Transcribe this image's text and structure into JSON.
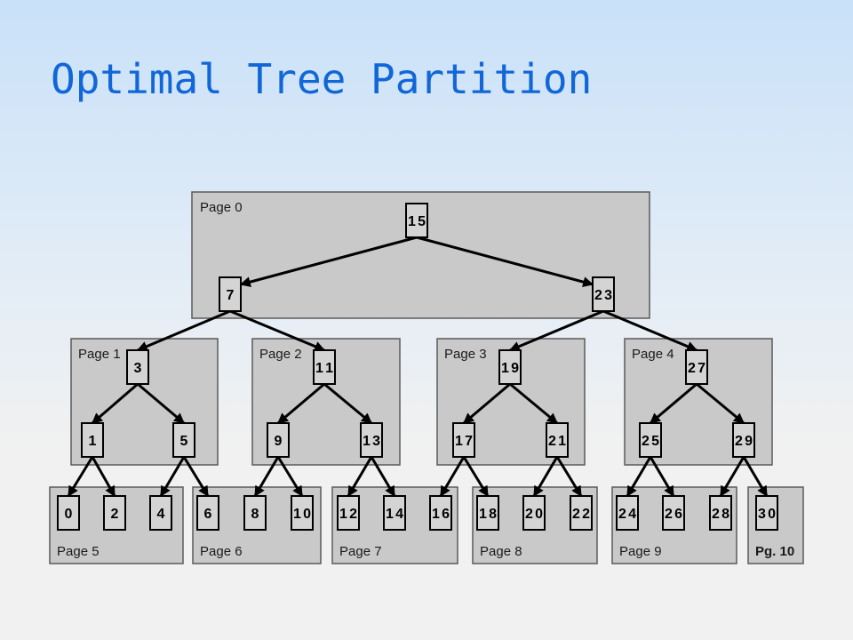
{
  "title": "Optimal Tree Partition",
  "pages": [
    {
      "id": "0",
      "label": "Page 0",
      "nodes": [
        "15",
        "7",
        "23"
      ]
    },
    {
      "id": "1",
      "label": "Page 1",
      "nodes": [
        "3",
        "1",
        "5"
      ]
    },
    {
      "id": "2",
      "label": "Page 2",
      "nodes": [
        "11",
        "9",
        "13"
      ]
    },
    {
      "id": "3",
      "label": "Page 3",
      "nodes": [
        "19",
        "17",
        "21"
      ]
    },
    {
      "id": "4",
      "label": "Page 4",
      "nodes": [
        "27",
        "25",
        "29"
      ]
    },
    {
      "id": "5",
      "label": "Page 5",
      "nodes": [
        "0",
        "2",
        "4"
      ]
    },
    {
      "id": "6",
      "label": "Page 6",
      "nodes": [
        "6",
        "8",
        "10"
      ]
    },
    {
      "id": "7",
      "label": "Page 7",
      "nodes": [
        "12",
        "14",
        "16"
      ]
    },
    {
      "id": "8",
      "label": "Page 8",
      "nodes": [
        "18",
        "20",
        "22"
      ]
    },
    {
      "id": "9",
      "label": "Page 9",
      "nodes": [
        "24",
        "26",
        "28"
      ]
    },
    {
      "id": "10",
      "label": "Pg. 10",
      "nodes": [
        "30"
      ]
    }
  ],
  "edges": [
    [
      "15",
      "7"
    ],
    [
      "15",
      "23"
    ],
    [
      "7",
      "3"
    ],
    [
      "7",
      "11"
    ],
    [
      "23",
      "19"
    ],
    [
      "23",
      "27"
    ],
    [
      "3",
      "1"
    ],
    [
      "3",
      "5"
    ],
    [
      "11",
      "9"
    ],
    [
      "11",
      "13"
    ],
    [
      "19",
      "17"
    ],
    [
      "19",
      "21"
    ],
    [
      "27",
      "25"
    ],
    [
      "27",
      "29"
    ],
    [
      "1",
      "0"
    ],
    [
      "1",
      "2"
    ],
    [
      "5",
      "4"
    ],
    [
      "5",
      "6"
    ],
    [
      "9",
      "8"
    ],
    [
      "9",
      "10"
    ],
    [
      "13",
      "12"
    ],
    [
      "13",
      "14"
    ],
    [
      "17",
      "16"
    ],
    [
      "17",
      "18"
    ],
    [
      "21",
      "20"
    ],
    [
      "21",
      "22"
    ],
    [
      "25",
      "24"
    ],
    [
      "25",
      "26"
    ],
    [
      "29",
      "28"
    ],
    [
      "29",
      "30"
    ]
  ]
}
